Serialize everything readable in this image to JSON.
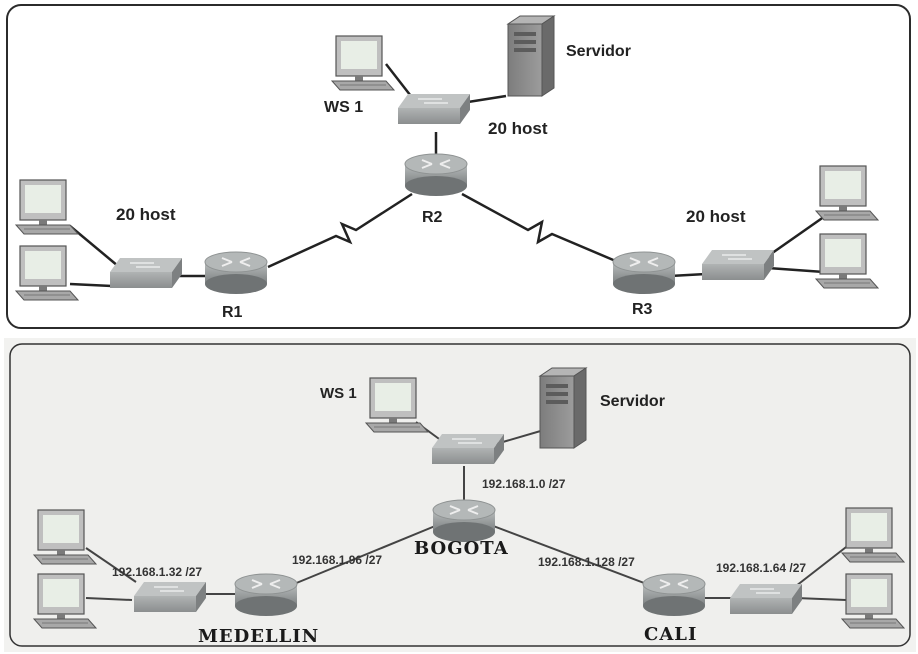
{
  "top_diagram": {
    "ws_label": "WS 1",
    "server_label": "Servidor",
    "routers": [
      "R1",
      "R2",
      "R3"
    ],
    "host_labels": {
      "lan_r1": "20 host",
      "lan_r2": "20 host",
      "lan_r3": "20 host"
    }
  },
  "bottom_diagram": {
    "ws_label": "WS 1",
    "server_label": "Servidor",
    "routers": [
      "MEDELLIN",
      "BOGOTA",
      "CALI"
    ],
    "networks": {
      "bogota_lan": "192.168.1.0 /27",
      "medellin_lan": "192.168.1.32 /27",
      "medellin_bogota_link": "192.168.1.96 /27",
      "bogota_cali_link": "192.168.1.128 /27",
      "cali_lan": "192.168.1.64 /27"
    }
  },
  "colors": {
    "top_background": "#ffffff",
    "bottom_background": "#efefed",
    "device_gray": "#8a8a8a",
    "monitor_screen": "#e8eee6",
    "link_color": "#222222"
  }
}
